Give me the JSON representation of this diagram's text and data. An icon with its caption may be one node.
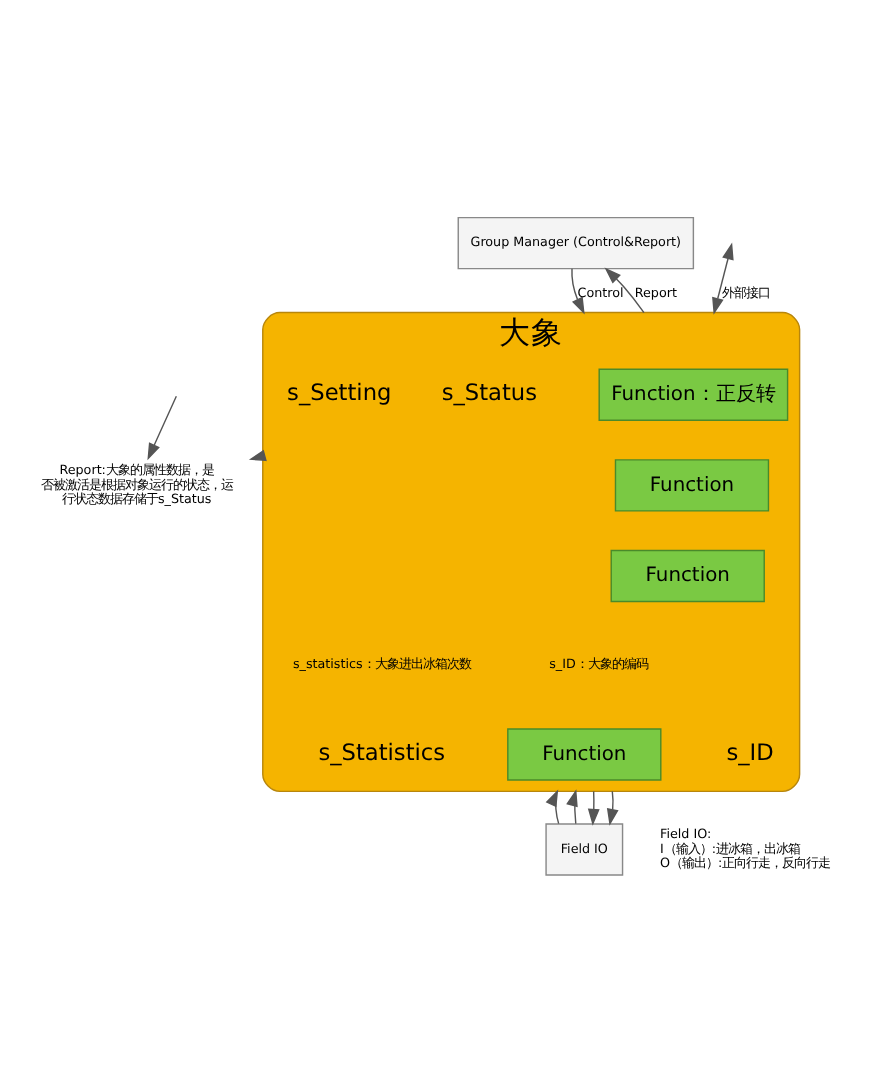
{
  "diagram": {
    "nodes": [
      {
        "text": [
          "Group Manager (Control&Report)"
        ]
      },
      {
        "text": [
          "大象"
        ]
      },
      {
        "text": [
          "s_Setting"
        ],
        "in": 1
      },
      {
        "text": [
          "Function：正反转"
        ],
        "in": 1
      },
      {
        "text": [
          "s_Status"
        ],
        "in": 1
      },
      {
        "text": [
          "Function"
        ],
        "in": 1
      },
      {
        "text": [
          "Function"
        ],
        "in": 1
      },
      {
        "text": [
          "s_Statistics"
        ],
        "in": 1
      },
      {
        "text": [
          "Function"
        ],
        "in": 1
      },
      {
        "text": [
          "s_ID"
        ],
        "in": 1
      },
      {
        "text": [
          "Field IO"
        ]
      },
      {
        "text": [
          "Report:大象的属性数据，是否被激活是根据对象运行的状态，运行状态数据存储于s_Status"
        ]
      }
    ],
    "edges": [
      {
        "from": 0,
        "to": 1,
        "label": "Control",
        "arrow": "to"
      },
      {
        "from": 1,
        "to": 0,
        "label": "Report",
        "arrow": "to"
      },
      {
        "from": null,
        "to": 11,
        "arrow": "to"
      },
      {
        "from": 1,
        "to": 11,
        "arrow": "to"
      },
      {
        "from": null,
        "to": 1,
        "label": "外部接口",
        "arrow": "both"
      },
      {
        "from": 10,
        "to": 1,
        "arrow": "to"
      },
      {
        "from": 10,
        "to": 1,
        "arrow": "to"
      },
      {
        "from": 1,
        "to": 10,
        "arrow": "to"
      },
      {
        "from": 1,
        "to": 10,
        "arrow": "to"
      }
    ],
    "labels": [
      "s_statistics：大象进出冰箱次数",
      "s_ID：大象的编码",
      "Field IO:",
      "I（输入）:进冰箱，出冰箱",
      "O（输出）:正向行走，反向行走"
    ]
  }
}
